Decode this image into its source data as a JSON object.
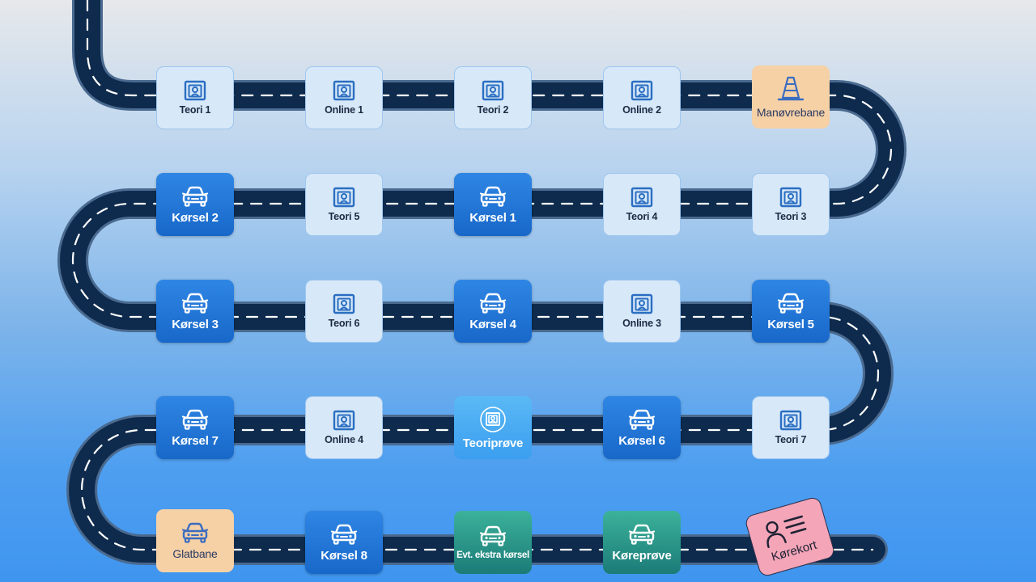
{
  "colors": {
    "road": "#0e2b4d",
    "road_edge": "#4a6a8f",
    "road_dash": "#ffffff",
    "theory_tile": "#d7e8f8",
    "driving_tile": "#1f75d6",
    "special_tile": "#f6d1a6",
    "theory_test_tile": "#4aa9f2",
    "final_tile": "#2a968a",
    "license_card": "#f4a5b8"
  },
  "steps": [
    {
      "label": "Teori 1",
      "icon": "screen-icon"
    },
    {
      "label": "Online 1",
      "icon": "screen-icon"
    },
    {
      "label": "Teori 2",
      "icon": "screen-icon"
    },
    {
      "label": "Online 2",
      "icon": "screen-icon"
    },
    {
      "label": "Manøvrebane",
      "icon": "traffic-cone-icon"
    },
    {
      "label": "Teori 3",
      "icon": "screen-icon"
    },
    {
      "label": "Teori 4",
      "icon": "screen-icon"
    },
    {
      "label": "Kørsel 1",
      "icon": "car-icon"
    },
    {
      "label": "Teori 5",
      "icon": "screen-icon"
    },
    {
      "label": "Kørsel 2",
      "icon": "car-icon"
    },
    {
      "label": "Kørsel 3",
      "icon": "car-icon"
    },
    {
      "label": "Teori 6",
      "icon": "screen-icon"
    },
    {
      "label": "Kørsel 4",
      "icon": "car-icon"
    },
    {
      "label": "Online 3",
      "icon": "screen-icon"
    },
    {
      "label": "Kørsel 5",
      "icon": "car-icon"
    },
    {
      "label": "Teori 7",
      "icon": "screen-icon"
    },
    {
      "label": "Kørsel 6",
      "icon": "car-icon"
    },
    {
      "label": "Teoriprøve",
      "icon": "screen-badge-icon"
    },
    {
      "label": "Online 4",
      "icon": "screen-icon"
    },
    {
      "label": "Kørsel 7",
      "icon": "car-icon"
    },
    {
      "label": "Glatbane",
      "icon": "car-icon"
    },
    {
      "label": "Kørsel 8",
      "icon": "car-icon"
    },
    {
      "label": "Evt. ekstra kørsel",
      "icon": "car-icon"
    },
    {
      "label": "Køreprøve",
      "icon": "car-icon"
    }
  ],
  "license": {
    "label": "Kørekort",
    "icon": "id-card-icon"
  }
}
